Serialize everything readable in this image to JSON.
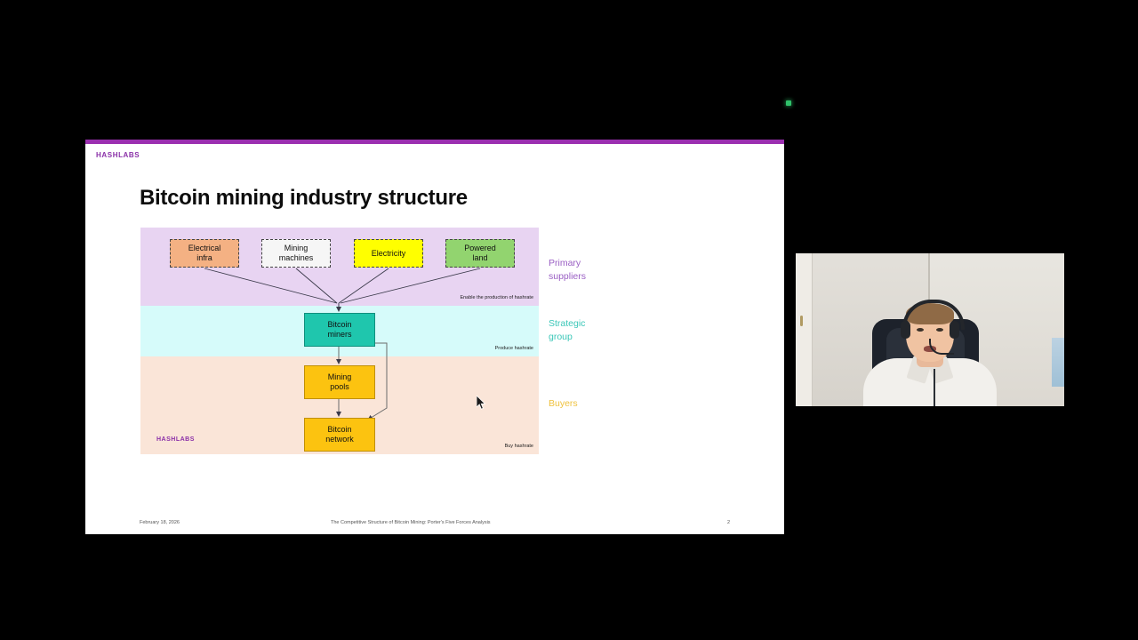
{
  "app": {
    "background_color": "#000000",
    "recording_indicator": {
      "name": "recording-dot",
      "color": "#2fc26a"
    }
  },
  "slide": {
    "brand": "HASHLABS",
    "accent_color": "#9b2fb0",
    "title": "Bitcoin mining industry structure",
    "footer": {
      "date": "February 18, 2026",
      "title": "The Competitive Structure of Bitcoin Mining: Porter's Five Forces Analysis",
      "page": "2"
    },
    "watermark": "HASHLABS"
  },
  "diagram": {
    "bands": [
      {
        "id": "suppliers",
        "color": "#e8d4f2",
        "caption": "Enable the production of hashrate"
      },
      {
        "id": "strategic",
        "color": "#d6fbfa",
        "caption": "Produce hashrate"
      },
      {
        "id": "buyers",
        "color": "#fae5d8",
        "caption": "Buy hashrate"
      }
    ],
    "nodes": [
      {
        "id": "electrical-infra",
        "label": "Electrical infra",
        "color": "#f4b183",
        "border": "dashed"
      },
      {
        "id": "mining-machines",
        "label": "Mining machines",
        "color": "#f6f6f6",
        "border": "dashed"
      },
      {
        "id": "electricity",
        "label": "Electricity",
        "color": "#ffff00",
        "border": "dashed"
      },
      {
        "id": "powered-land",
        "label": "Powered land",
        "color": "#92d46f",
        "border": "dashed"
      },
      {
        "id": "bitcoin-miners",
        "label": "Bitcoin miners",
        "color": "#1fc6ad",
        "border": "solid"
      },
      {
        "id": "mining-pools",
        "label": "Mining pools",
        "color": "#fcc310",
        "border": "solid"
      },
      {
        "id": "bitcoin-network",
        "label": "Bitcoin network",
        "color": "#fcc310",
        "border": "solid"
      }
    ],
    "node_labels": {
      "electrical_infra_line1": "Electrical",
      "electrical_infra_line2": "infra",
      "mining_machines_line1": "Mining",
      "mining_machines_line2": "machines",
      "electricity": "Electricity",
      "powered_land_line1": "Powered",
      "powered_land_line2": "land",
      "bitcoin_miners_line1": "Bitcoin",
      "bitcoin_miners_line2": "miners",
      "mining_pools_line1": "Mining",
      "mining_pools_line2": "pools",
      "bitcoin_network_line1": "Bitcoin",
      "bitcoin_network_line2": "network"
    },
    "captions": {
      "enable": "Enable the production of hashrate",
      "produce": "Produce hashrate",
      "buy": "Buy hashrate"
    },
    "categories": [
      {
        "id": "primary-suppliers",
        "line1": "Primary",
        "line2": "suppliers",
        "color": "#9a5fc4"
      },
      {
        "id": "strategic-group",
        "line1": "Strategic",
        "line2": "group",
        "color": "#3bc7b8"
      },
      {
        "id": "buyers",
        "line1": "Buyers",
        "line2": "",
        "color": "#efc23f"
      }
    ]
  },
  "webcam": {
    "name": "presenter-video-feed",
    "description": "presenter wearing headset"
  }
}
